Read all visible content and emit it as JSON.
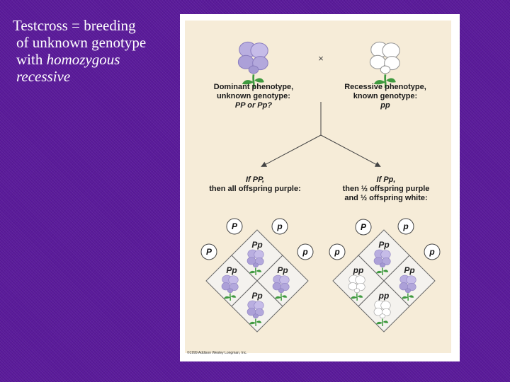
{
  "slide": {
    "line1": "Testcross = breeding",
    "line2": "of unknown genotype",
    "line3_prefix": "with ",
    "line3_em": "homozygous",
    "line4_em": "recessive"
  },
  "figure": {
    "cross_symbol": "×",
    "left_parent": {
      "line1": "Dominant phenotype,",
      "line2": "unknown genotype:",
      "line3": "PP or Pp?"
    },
    "right_parent": {
      "line1": "Recessive phenotype,",
      "line2": "known genotype:",
      "line3": "pp"
    },
    "left_outcome": {
      "line1": "If PP,",
      "line2": "then all offspring purple:"
    },
    "right_outcome": {
      "line1": "If Pp,",
      "line2": "then ½ offspring purple",
      "line3": "and ½ offspring white:"
    },
    "left_square": {
      "gamete_top_left": "P",
      "gamete_top_right": "p",
      "gamete_left": "P",
      "gamete_right": "p",
      "cell_top": "Pp",
      "cell_left": "Pp",
      "cell_right": "Pp",
      "cell_bottom": "Pp"
    },
    "right_square": {
      "gamete_top_left": "P",
      "gamete_top_right": "p",
      "gamete_left": "p",
      "gamete_right": "p",
      "cell_top": "Pp",
      "cell_left": "pp",
      "cell_right": "Pp",
      "cell_bottom": "pp"
    },
    "copyright": "©1999 Addison Wesley Longman, Inc."
  },
  "colors": {
    "background": "#5a1a9a",
    "purple_flower": "#b9aee0",
    "white_flower": "#ffffff",
    "stem": "#3f9a3f"
  }
}
